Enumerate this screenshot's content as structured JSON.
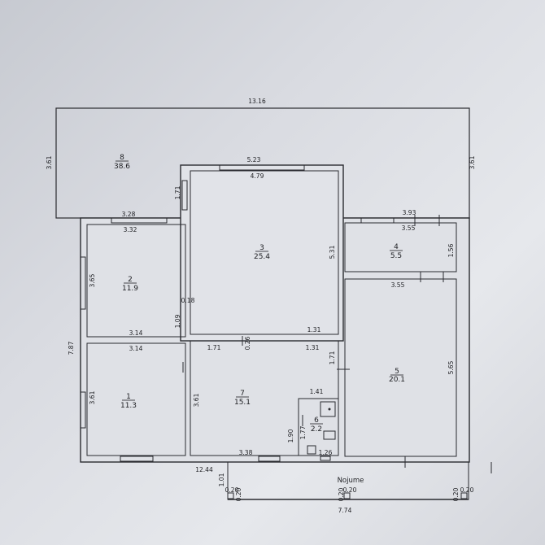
{
  "plan": {
    "rooms": [
      {
        "number": "8",
        "area": "38.6"
      },
      {
        "number": "2",
        "area": "11.9"
      },
      {
        "number": "3",
        "area": "25.4"
      },
      {
        "number": "4",
        "area": "5.5"
      },
      {
        "number": "5",
        "area": "20.1"
      },
      {
        "number": "1",
        "area": "11.3"
      },
      {
        "number": "7",
        "area": "15.1"
      },
      {
        "number": "6",
        "area": "2.2"
      }
    ],
    "dimensions": [
      "13.16",
      "3.61",
      "3.61",
      "5.23",
      "4.79",
      "1.71",
      "3.28",
      "3.32",
      "3.93",
      "3.55",
      "1.56",
      "5.31",
      "3.55",
      "3.65",
      "0.18",
      "1.09",
      "3.14",
      "3.14",
      "1.71",
      "0.26",
      "1.31",
      "1.31",
      "1.71",
      "5.65",
      "7.87",
      "3.61",
      "3.61",
      "1.41",
      "1.90",
      "1.77",
      "3.38",
      "1.26",
      "12.44",
      "1.01",
      "0.20",
      "0.20",
      "0.20",
      "0.20",
      "0.20",
      "0.20",
      "7.74"
    ],
    "terrace_label": "Nojume"
  }
}
